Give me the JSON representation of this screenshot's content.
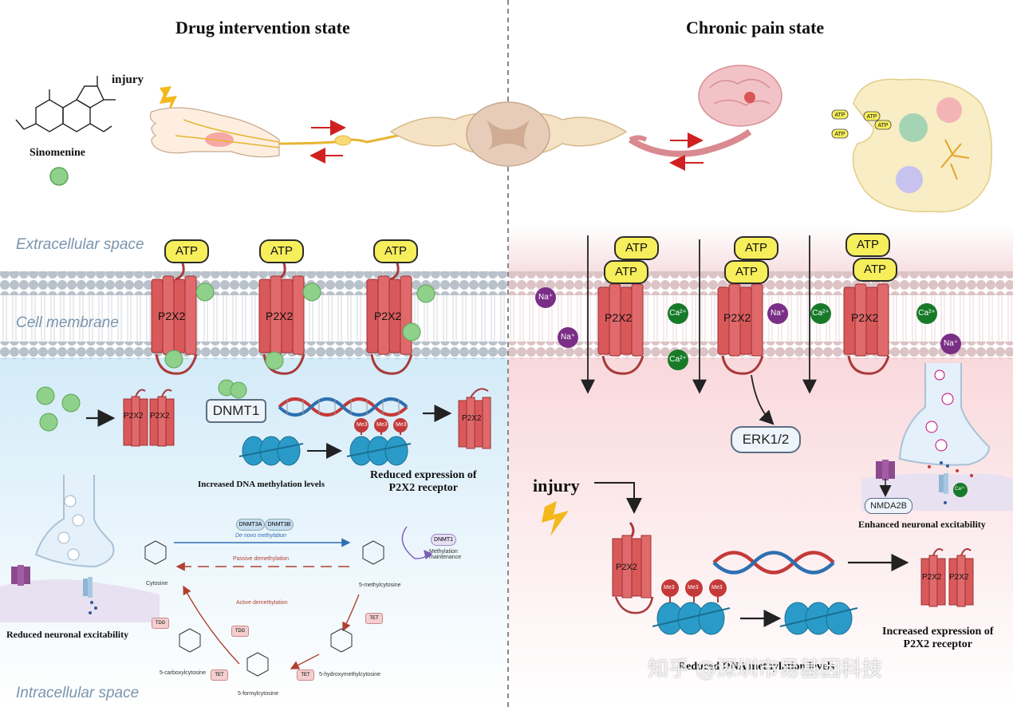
{
  "left_title": "Drug intervention state",
  "right_title": "Chronic pain state",
  "injury_top": "injury",
  "sinomenine": "Sinomenine",
  "zones": {
    "extracellular": "Extracellular space",
    "membrane": "Cell membrane",
    "intracellular": "Intracellular space"
  },
  "atp": "ATP",
  "receptor": "P2X2",
  "dnmt1": "DNMT1",
  "me3": "Me3",
  "increased_dna_methylation": "Increased DNA methylation levels",
  "reduced_expression": "Reduced expression of\nP2X2 receptor",
  "reduced_excitability": "Reduced neuronal excitability",
  "methylation_cycle": {
    "dnmt3a": "DNMT3A",
    "dnmt3b": "DNMT3B",
    "de_novo": "De novo methylation",
    "passive": "Passive demethylation",
    "active": "Active demethylation",
    "dnmt1_small": "DNMT1",
    "maintenance": "Methylation\nmaintenance",
    "cytosine": "Cytosine",
    "methylcytosine": "5-methylcytosine",
    "hydroxymethylcytosine": "5-hydroxymethylcytosine",
    "formylcytosine": "5-formylcytosine",
    "carboxylcytosine": "5-carboxylcytosine",
    "tdg": "TDG",
    "tet": "TET"
  },
  "na": "Na⁺",
  "ca": "Ca²⁺",
  "erk": "ERK1/2",
  "injury_right": "injury",
  "nmda": "NMDA2B",
  "enhanced_excitability": "Enhanced neuronal excitability",
  "reduced_dna_methylation": "Reduced DNA methylation levels",
  "increased_expression": "Increased expression of\nP2X2 receptor",
  "watermark": "知乎 @深圳市易基因科技",
  "colors": {
    "receptor": "#d9595b",
    "atp": "#f7ee5c",
    "sinomenine": "#8fd08a",
    "left_bg": "#dceefa",
    "right_bg": "#fbe3e4",
    "dna_red": "#c43a3a",
    "dna_blue": "#2f6fb0",
    "nucleosome": "#2a9bc8",
    "na": "#7a2f86",
    "ca": "#177a28"
  }
}
